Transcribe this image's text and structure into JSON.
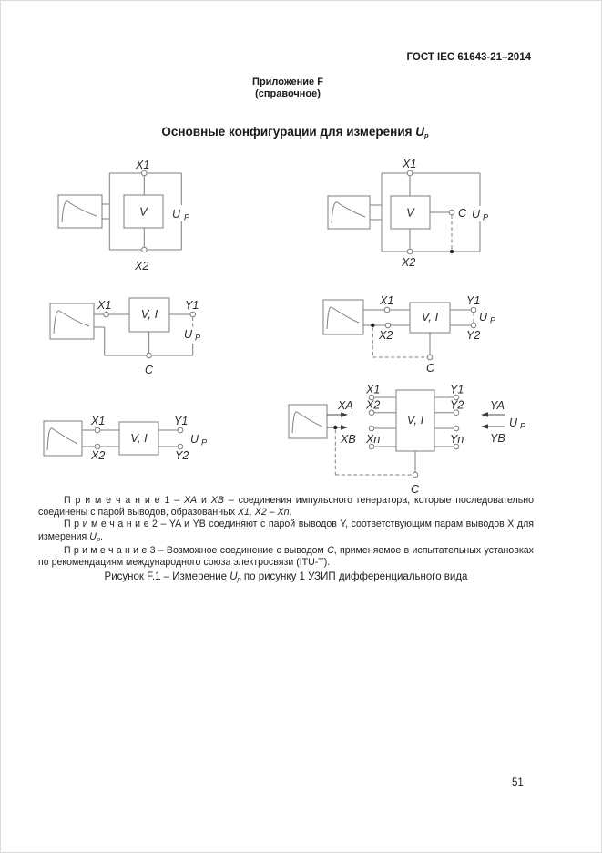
{
  "header": {
    "doc_code": "ГОСТ IEC 61643-21–2014"
  },
  "appendix": {
    "line1": "Приложение F",
    "line2": "(справочное)"
  },
  "title": {
    "pre": "Основные конфигурации для измерения ",
    "u": "U",
    "sub": "p"
  },
  "sym": {
    "x1": "X1",
    "x2": "X2",
    "y1": "Y1",
    "y2": "Y2",
    "xn": "Xn",
    "yn": "Yn",
    "xa": "XA",
    "xb": "XB",
    "ya": "YA",
    "yb": "YB",
    "c": "C",
    "v": "V",
    "vi": "V, I",
    "u": "U",
    "p": "P"
  },
  "notes": [
    {
      "segs": [
        {
          "t": "П р и м е ч а н и е  1 – "
        },
        {
          "t": "XA"
        },
        {
          "t": " и "
        },
        {
          "t": "XB"
        },
        {
          "t": " – соединения импульсного генератора, которые последовательно соединены с парой выводов, образованных "
        },
        {
          "t": "X1, X2 – Xn"
        },
        {
          "t": "."
        }
      ]
    },
    {
      "segs": [
        {
          "t": "П р и м е ч а н и е  2 – YA и YB соединяют с парой выводов Y, соответствующим парам выводов X для измерения "
        },
        {
          "t": "U"
        },
        {
          "t": "p"
        },
        {
          "t": "."
        }
      ]
    },
    {
      "segs": [
        {
          "t": "П р и м е ч а н и е  3 – Возможное соединение с выводом "
        },
        {
          "t": "C"
        },
        {
          "t": ", применяемое в испытательных установках по рекомендациям международного союза электросвязи (ITU-T)."
        }
      ]
    }
  ],
  "caption": {
    "pre": "Рисунок F.1 – Измерение ",
    "u": "U",
    "sub": "p",
    "post": " по рисунку 1 УЗИП дифференциального вида"
  },
  "page": {
    "number": "51"
  },
  "colors": {
    "wire": "#7f7f7f",
    "text": "#2b2b2b",
    "background": "#ffffff"
  }
}
